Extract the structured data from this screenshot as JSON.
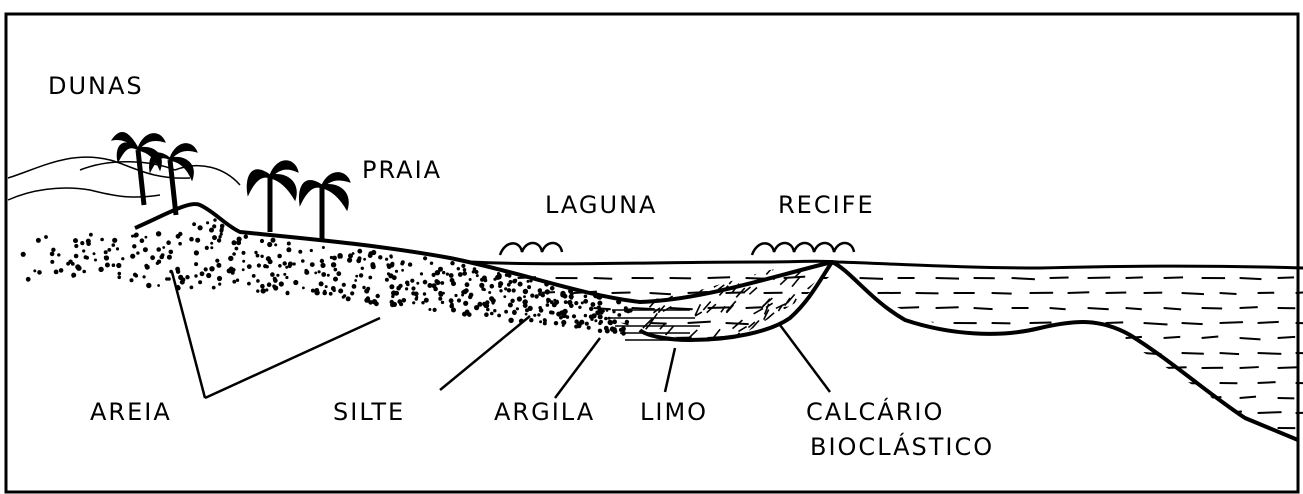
{
  "labels": {
    "dunas": "DUNAS",
    "praia": "PRAIA",
    "laguna": "LAGUNA",
    "recife": "RECIFE",
    "areia": "AREIA",
    "silte": "SILTE",
    "argila": "ARGILA",
    "limo": "LIMO",
    "calcario_line1": "CALCÁRIO",
    "calcario_line2": "BIOCLÁSTICO"
  },
  "colors": {
    "ink": "#000000",
    "paper": "#ffffff"
  }
}
